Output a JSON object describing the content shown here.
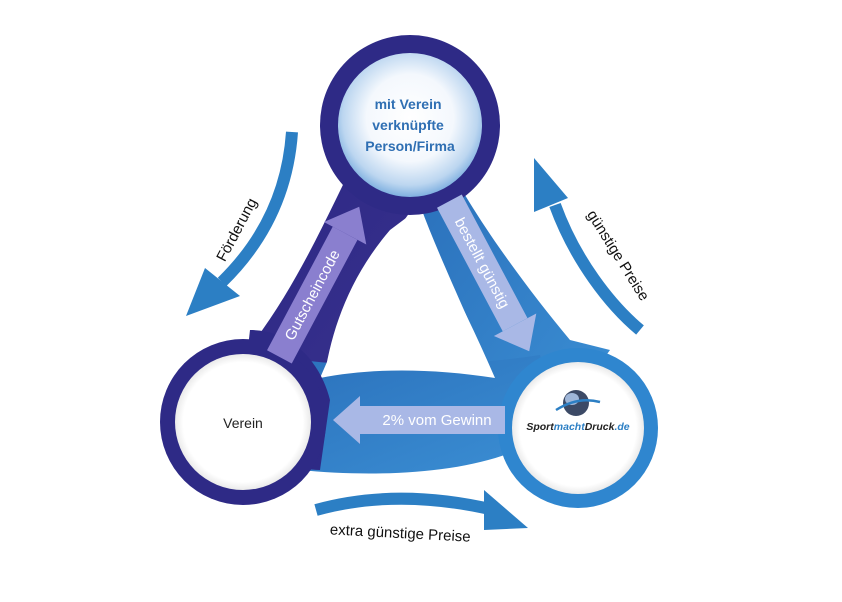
{
  "nodes": {
    "person": {
      "title_lines": [
        "mit Verein",
        "verknüpfte",
        "Person/Firma"
      ]
    },
    "club": {
      "label": "Verein"
    },
    "company": {
      "logo_text": {
        "sport": "Sport",
        "macht": "macht",
        "druck": "Druck",
        "tld": ".de"
      }
    }
  },
  "inner_arrows": {
    "club_to_person": "Gutscheincode",
    "person_to_company": "bestellt günstig",
    "company_to_club": "2% vom Gewinn"
  },
  "outer_arrows": {
    "left": "Förderung",
    "right": "günstige Preise",
    "bottom": "extra günstige Preise"
  },
  "colors": {
    "dark_blue": "#2e2a86",
    "mid_blue": "#2c7fc4",
    "light_blue": "#5aa3dc",
    "arrow_fill_light": "#a9b8e6",
    "arrow_fill_purple": "#8a7fcf",
    "title_blue": "#2f6fb3"
  }
}
